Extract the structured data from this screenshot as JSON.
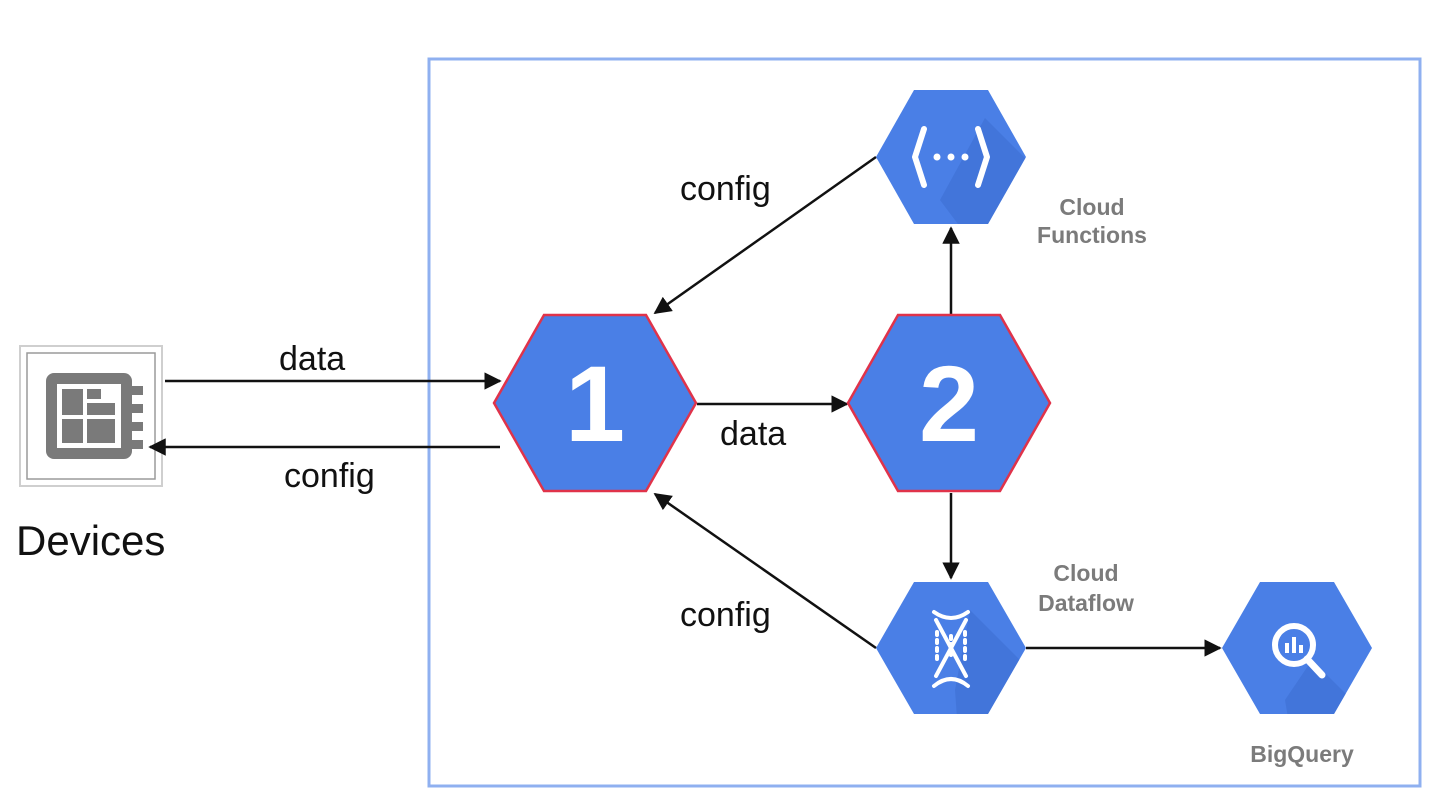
{
  "devices": {
    "label": "Devices",
    "icon": "chip-device-icon"
  },
  "hubs": [
    {
      "number": "1"
    },
    {
      "number": "2"
    }
  ],
  "services": {
    "functions": {
      "line1": "Cloud",
      "line2": "Functions",
      "icon": "cloud-functions-icon"
    },
    "dataflow": {
      "line1": "Cloud",
      "line2": "Dataflow",
      "icon": "cloud-dataflow-icon"
    },
    "bigquery": {
      "label": "BigQuery",
      "icon": "bigquery-icon"
    }
  },
  "edges": {
    "devices_to_hub1": "data",
    "hub1_to_devices": "config",
    "hub1_to_hub2": "data",
    "functions_to_hub1": "config",
    "dataflow_to_hub1": "config"
  },
  "colors": {
    "hex_blue": "#4a7fe6",
    "hub_border": "#e0334a",
    "frame": "#8fb0f0",
    "device_gray": "#7a7a7a",
    "arrow": "#111111"
  }
}
